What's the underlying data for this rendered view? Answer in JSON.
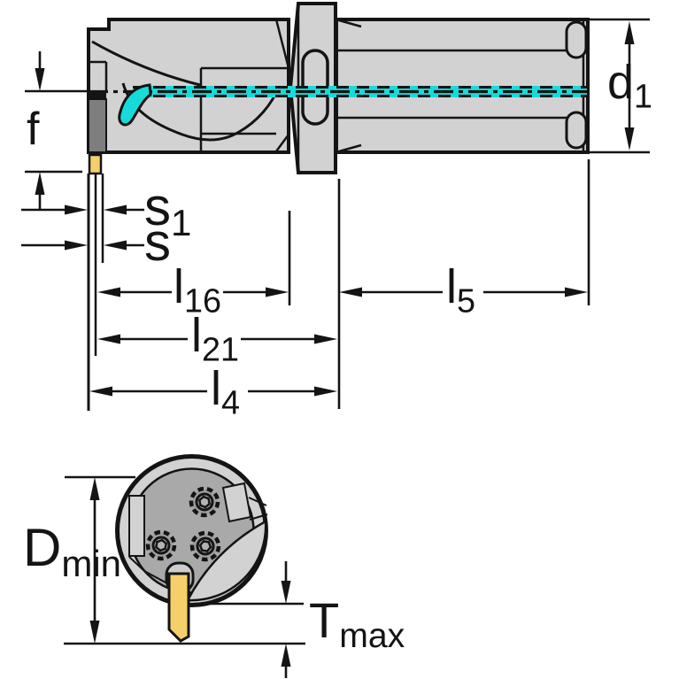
{
  "dims": {
    "f": {
      "base": "f"
    },
    "s1": {
      "base": "s",
      "sub": "1"
    },
    "s": {
      "base": "s"
    },
    "l16": {
      "base": "l",
      "sub": "16"
    },
    "l5": {
      "base": "l",
      "sub": "5"
    },
    "l21": {
      "base": "l",
      "sub": "21"
    },
    "l4": {
      "base": "l",
      "sub": "4"
    },
    "d1": {
      "base": "d",
      "sub": "1"
    },
    "Dmin": {
      "base": "D",
      "sub": "min"
    },
    "Tmax": {
      "base": "T",
      "sub": "max"
    }
  },
  "colors": {
    "background": "#ffffff",
    "line_black": "#141414",
    "body_gray": "#d2d2d2",
    "face_gray": "#a9a9a9",
    "cartridge_gray": "#7e7e7e",
    "holder_gray": "#cdcdcd",
    "coolant_cyan": "#17dbdb",
    "insert_yellow": "#f5d06a"
  }
}
